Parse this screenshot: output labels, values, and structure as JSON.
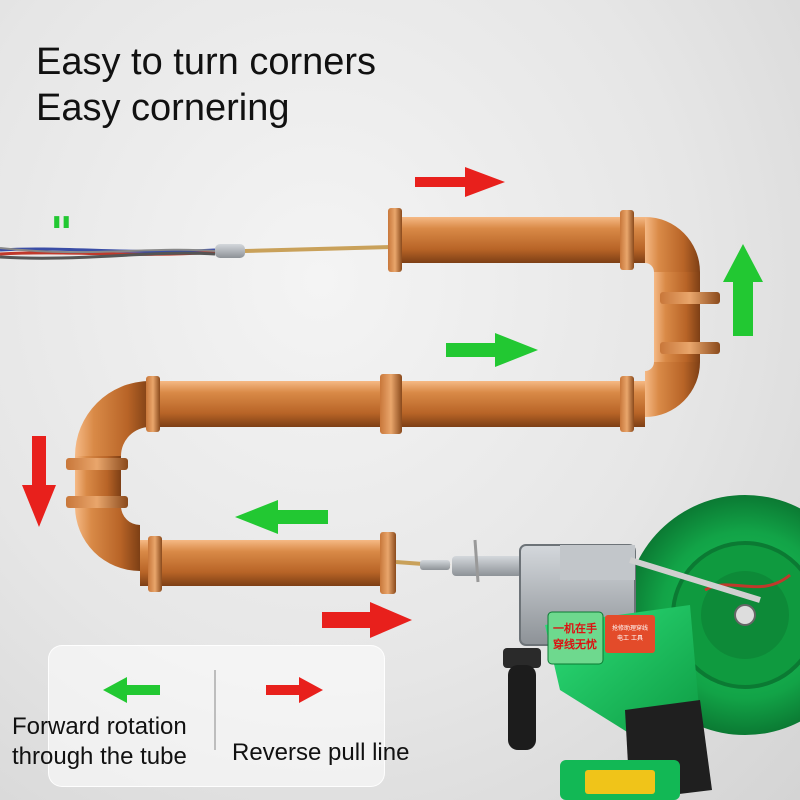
{
  "headline": {
    "line1": "Easy to turn corners",
    "line2": "Easy cornering"
  },
  "legend": {
    "forward_line1": "Forward rotation",
    "forward_line2": "through the tube",
    "reverse": "Reverse pull line"
  },
  "tool_label": {
    "line1": "一机在手",
    "line2": "穿线无忧",
    "side1": "抢修助理穿线",
    "side2": "电工 工具"
  },
  "colors": {
    "pipe": "#c97a3a",
    "pipe_highlight": "#f2b27a",
    "pipe_shadow": "#8a4a1c",
    "arrow_green": "#22c832",
    "arrow_red": "#e8201c",
    "tool_green": "#16c15a",
    "reel_green": "#1aa84a",
    "tool_gray": "#a9aeb3"
  },
  "icons": [
    "quote-mark-icon",
    "green-arrow-icon",
    "red-arrow-icon"
  ]
}
